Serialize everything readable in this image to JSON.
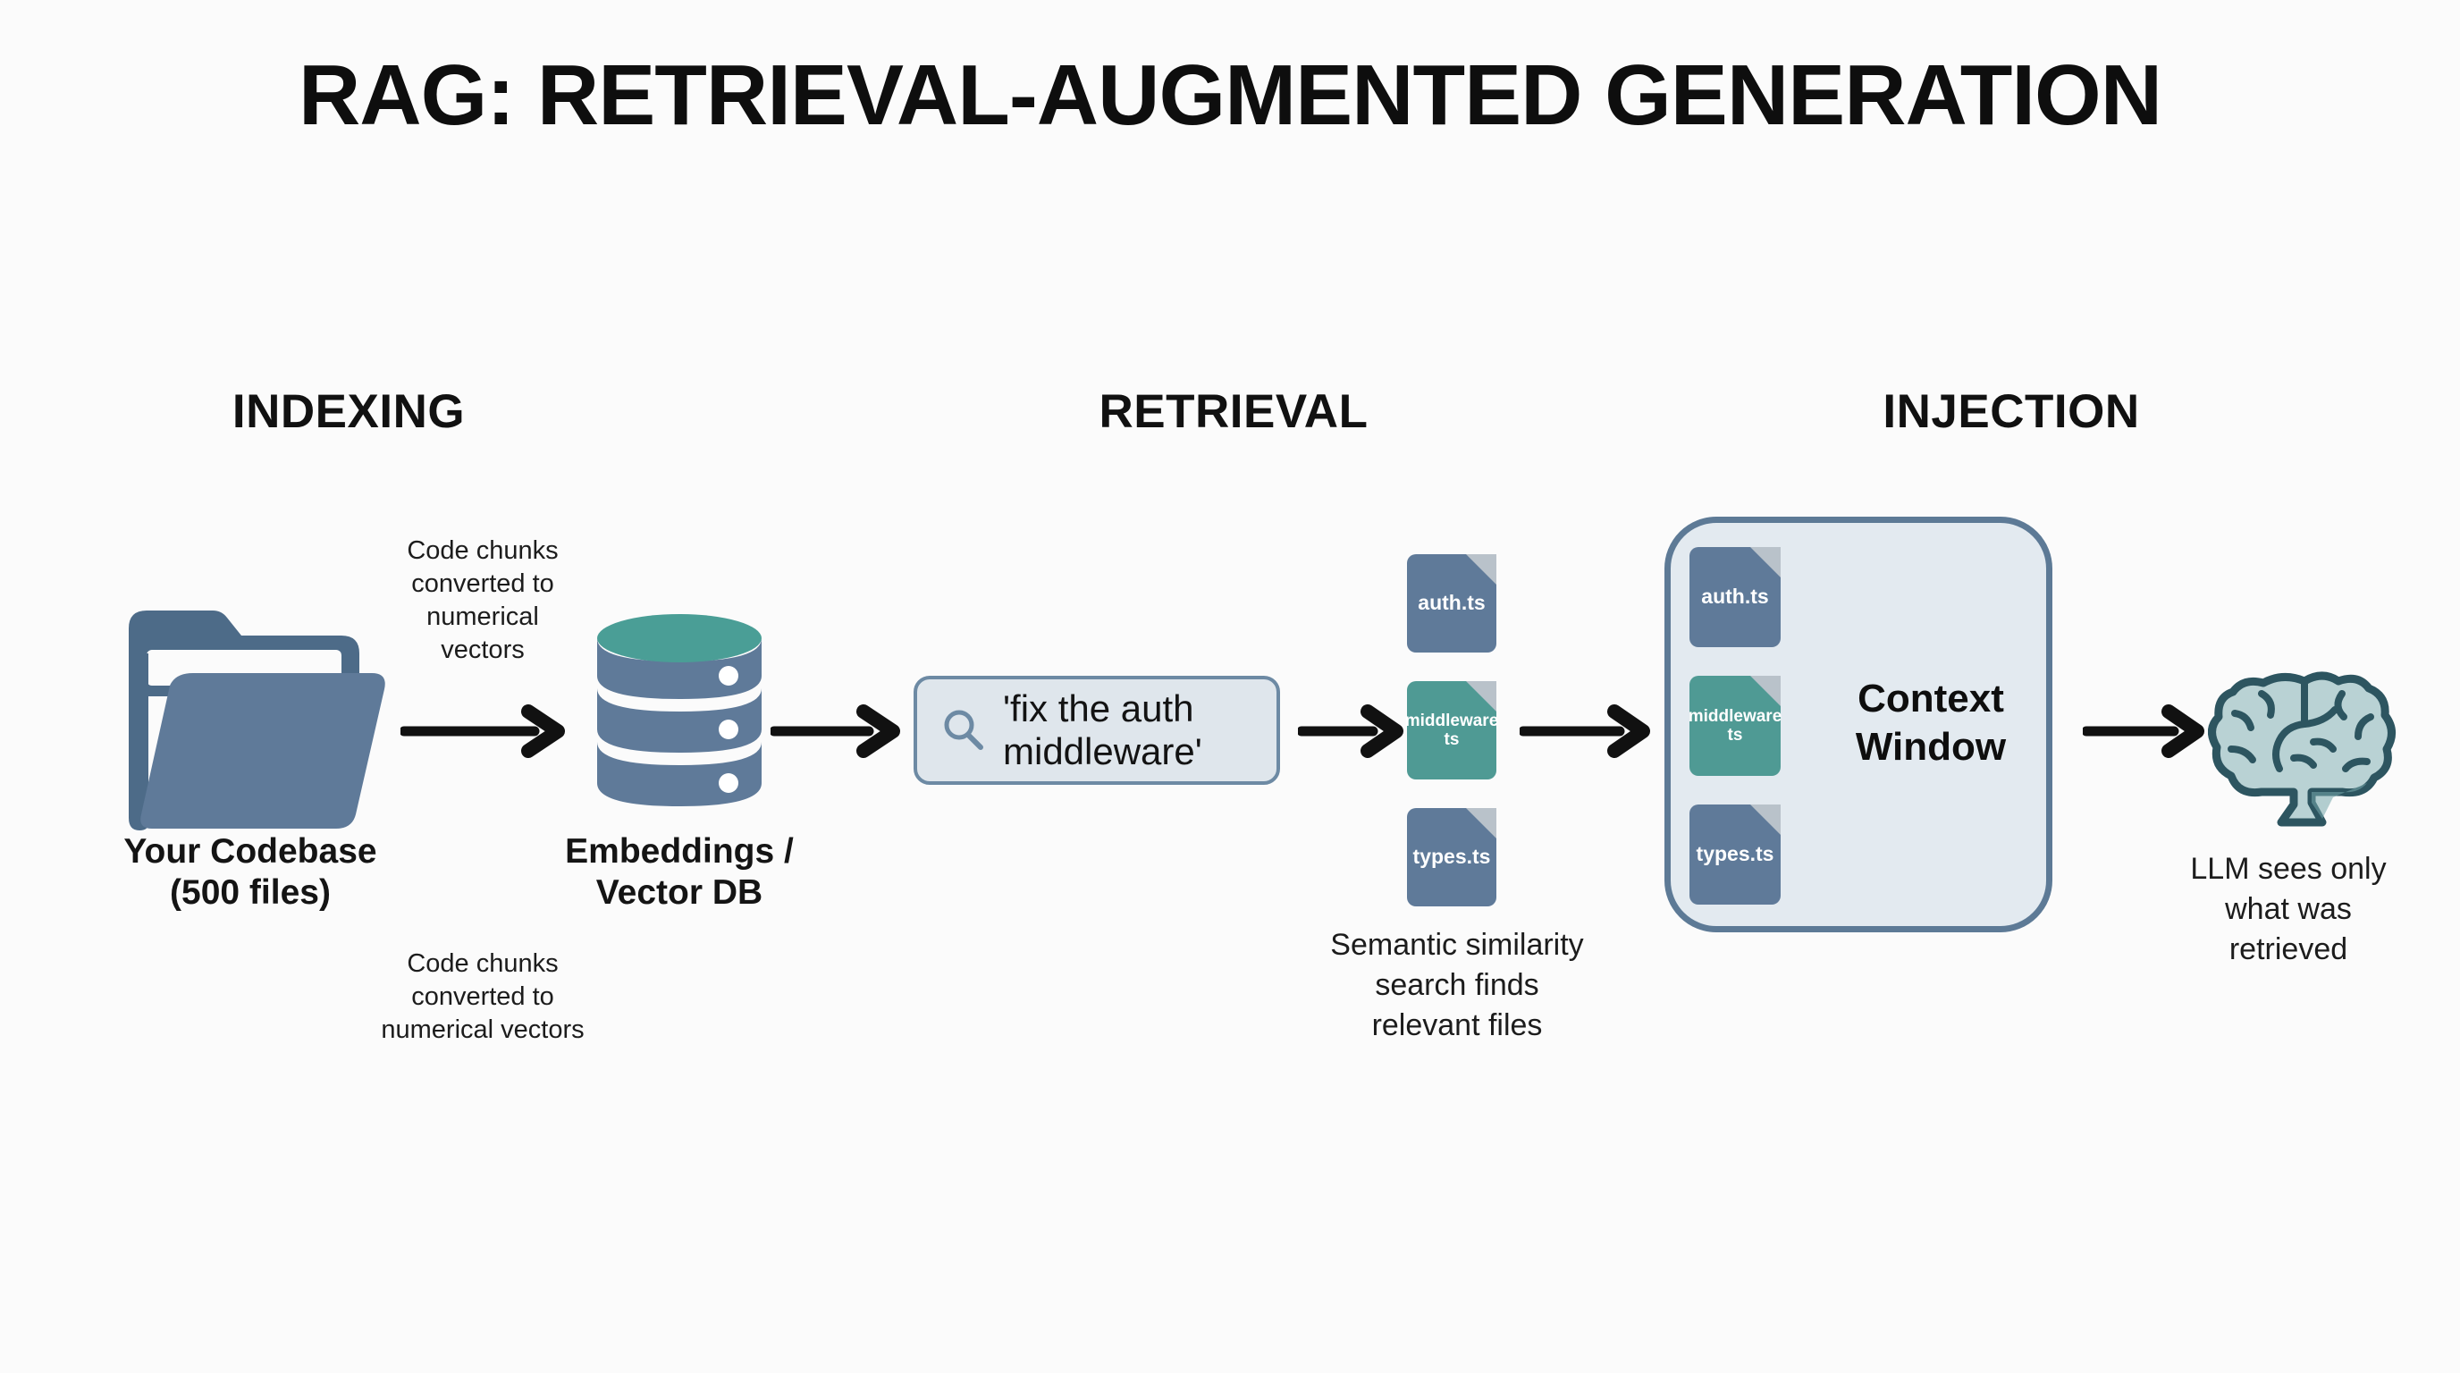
{
  "page": {
    "title": "RAG: RETRIEVAL-AUGMENTED GENERATION",
    "background": "#fbfbfb"
  },
  "colors": {
    "slate_blue": "#5f7a99",
    "slate_blue_dark": "#4d6b88",
    "teal": "#4f9a94",
    "teal_dark": "#3f8a84",
    "panel_fill": "#e3eaf0",
    "panel_border": "#5d7a96",
    "search_fill": "#dfe6ec",
    "search_border": "#6d8aa4",
    "brain_fill": "#b9d2d4",
    "brain_stroke": "#2d5560",
    "arrow": "#111111",
    "text": "#111111"
  },
  "stages": [
    {
      "id": "indexing",
      "label": "INDEXING"
    },
    {
      "id": "retrieval",
      "label": "RETRIEVAL"
    },
    {
      "id": "injection",
      "label": "INJECTION"
    }
  ],
  "nodes": {
    "codebase": {
      "icon": "open-folder-icon",
      "label_line1": "Your Codebase",
      "label_line2": "(500 files)"
    },
    "vector_db": {
      "icon": "database-icon",
      "label_line1": "Embeddings /",
      "label_line2": "Vector DB"
    },
    "query": {
      "icon": "search-icon",
      "text_line1": "'fix the auth",
      "text_line2": "middleware'"
    },
    "context_window": {
      "label_line1": "Context",
      "label_line2": "Window"
    },
    "llm": {
      "icon": "brain-icon"
    }
  },
  "captions": {
    "indexing_top": {
      "lines": [
        "Code chunks",
        "converted to",
        "numerical",
        "vectors"
      ]
    },
    "indexing_bottom": {
      "lines": [
        "Code chunks",
        "converted to",
        "numerical vectors"
      ]
    },
    "retrieval_note": {
      "lines": [
        "Semantic similarity",
        "search finds",
        "relevant files"
      ]
    },
    "llm_note": {
      "lines": [
        "LLM sees only",
        "what was",
        "retrieved"
      ]
    }
  },
  "retrieved_files": [
    {
      "name": "auth.ts",
      "name_line1": "auth.ts",
      "name_line2": "",
      "color": "slate",
      "highlighted": false
    },
    {
      "name": "middleware.ts",
      "name_line1": "middleware",
      "name_line2": "ts",
      "color": "teal",
      "highlighted": true
    },
    {
      "name": "types.ts",
      "name_line1": "types.ts",
      "name_line2": "",
      "color": "slate",
      "highlighted": false
    }
  ],
  "context_files": [
    {
      "name": "auth.ts",
      "name_line1": "auth.ts",
      "name_line2": "",
      "color": "slate",
      "highlighted": false
    },
    {
      "name": "middleware.ts",
      "name_line1": "middleware",
      "name_line2": "ts",
      "color": "teal",
      "highlighted": true
    },
    {
      "name": "types.ts",
      "name_line1": "types.ts",
      "name_line2": "",
      "color": "slate",
      "highlighted": false
    }
  ],
  "arrows": [
    {
      "id": "folder-to-db",
      "from": "codebase",
      "to": "vector_db"
    },
    {
      "id": "db-to-query",
      "from": "vector_db",
      "to": "query"
    },
    {
      "id": "query-to-files",
      "from": "query",
      "to": "retrieved_files"
    },
    {
      "id": "files-to-context",
      "from": "retrieved_files",
      "to": "context_window"
    },
    {
      "id": "context-to-llm",
      "from": "context_window",
      "to": "llm"
    }
  ]
}
